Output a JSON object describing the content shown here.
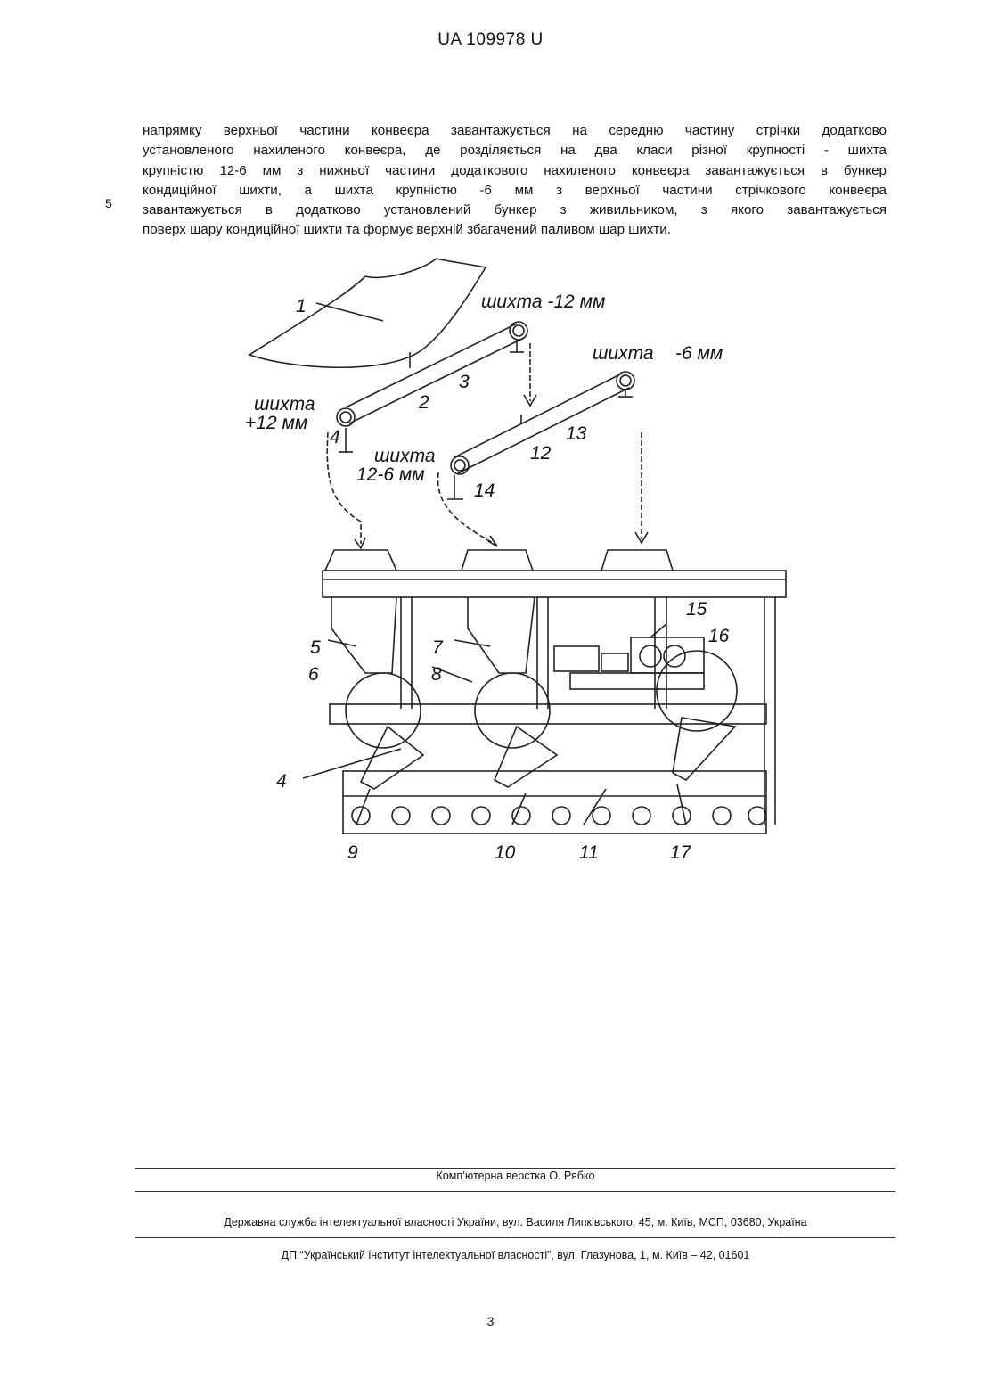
{
  "header": {
    "doc_id": "UA   109978   U"
  },
  "body": {
    "line_number": "5",
    "lines": [
      "напрямку верхньої частини конвеєра завантажується на середню частину стрічки додатково",
      "установленого нахиленого конвеєра, де розділяється на два класи різної крупності - шихта",
      "крупністю 12-6 мм з нижньої частини додаткового нахиленого конвеєра завантажується в бункер",
      "кондиційної шихти, а шихта крупністю -6 мм з верхньої частини стрічкового конвеєра",
      "завантажується в додатково установлений бункер з живильником, з якого завантажується",
      "поверх шару кондиційної шихти та формує верхній збагачений паливом шар шихти."
    ]
  },
  "figure": {
    "labels": {
      "l1": "1",
      "l2": "2",
      "l3": "3",
      "l4a": "4",
      "l4b": "4",
      "l5": "5",
      "l6": "6",
      "l7": "7",
      "l8": "8",
      "l9": "9",
      "l10": "10",
      "l11": "11",
      "l12": "12",
      "l13": "13",
      "l14": "14",
      "l15": "15",
      "l16": "16",
      "l17": "17"
    },
    "captions": {
      "minus12": "шихта -12 мм",
      "minus6_a": "шихта",
      "minus6_b": "-6 мм",
      "plus12_a": "шихта",
      "plus12_b": "+12 мм",
      "mid_a": "шихта",
      "mid_b": "12-6 мм"
    }
  },
  "footer": {
    "layout": "Комп’ютерна верстка О. Рябко",
    "agency": "Державна служба інтелектуальної власності України, вул. Василя Липківського, 45, м. Київ, МСП, 03680, Україна",
    "institute": "ДП “Український інститут інтелектуальної власності”, вул. Глазунова, 1, м. Київ – 42, 01601",
    "page_number": "3"
  }
}
